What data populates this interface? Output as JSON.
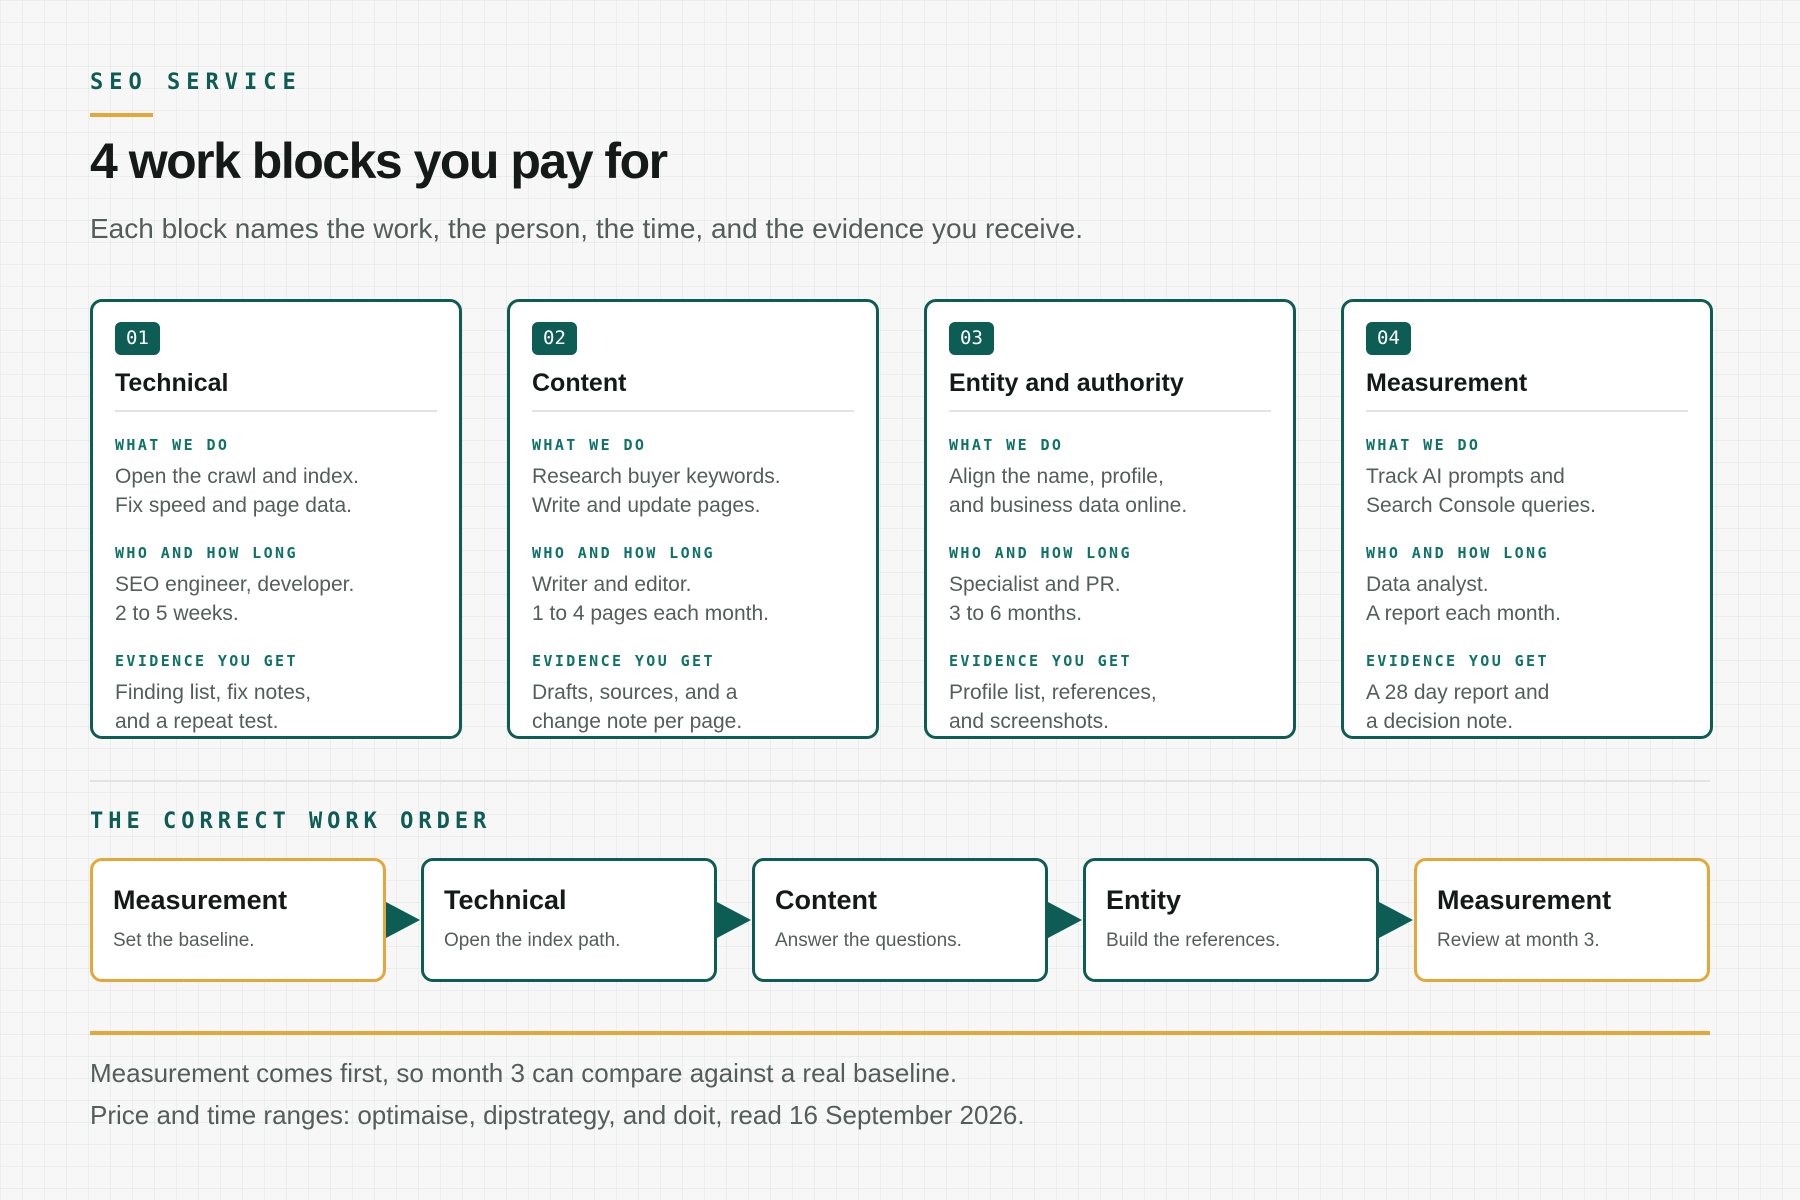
{
  "header": {
    "eyebrow": "SEO SERVICE",
    "title": "4 work blocks you pay for",
    "subtitle": "Each block names the work, the person, the time, and the evidence you receive."
  },
  "labels": {
    "what": "WHAT WE DO",
    "who": "WHO AND HOW LONG",
    "evidence": "EVIDENCE YOU GET"
  },
  "cards": [
    {
      "number": "01",
      "title": "Technical",
      "what": [
        "Open the crawl and index.",
        "Fix speed and page data."
      ],
      "who": [
        "SEO engineer, developer.",
        "2 to 5 weeks."
      ],
      "evidence": [
        "Finding list, fix notes,",
        "and a repeat test."
      ]
    },
    {
      "number": "02",
      "title": "Content",
      "what": [
        "Research buyer keywords.",
        "Write and update pages."
      ],
      "who": [
        "Writer and editor.",
        "1 to 4 pages each month."
      ],
      "evidence": [
        "Drafts, sources, and a",
        "change note per page."
      ]
    },
    {
      "number": "03",
      "title": "Entity and authority",
      "what": [
        "Align the name, profile,",
        "and business data online."
      ],
      "who": [
        "Specialist and PR.",
        "3 to 6 months."
      ],
      "evidence": [
        "Profile list, references,",
        "and screenshots."
      ]
    },
    {
      "number": "04",
      "title": "Measurement",
      "what": [
        "Track AI prompts and",
        "Search Console queries."
      ],
      "who": [
        "Data analyst.",
        "A report each month."
      ],
      "evidence": [
        "A 28 day report and",
        "a decision note."
      ]
    }
  ],
  "order": {
    "label": "THE CORRECT WORK ORDER",
    "steps": [
      {
        "title": "Measurement",
        "text": "Set the baseline."
      },
      {
        "title": "Technical",
        "text": "Open the index path."
      },
      {
        "title": "Content",
        "text": "Answer the questions."
      },
      {
        "title": "Entity",
        "text": "Build the references."
      },
      {
        "title": "Measurement",
        "text": "Review at month 3."
      }
    ]
  },
  "footer": {
    "line1": "Measurement comes first, so month 3 can compare against a real baseline.",
    "line2": "Price and time ranges: optimaise, dipstrategy, and doit, read 16 September 2026."
  },
  "colors": {
    "primary": "#0e5d55",
    "accent": "#e4a83a",
    "text": "#151a19",
    "muted": "#555d5b"
  }
}
